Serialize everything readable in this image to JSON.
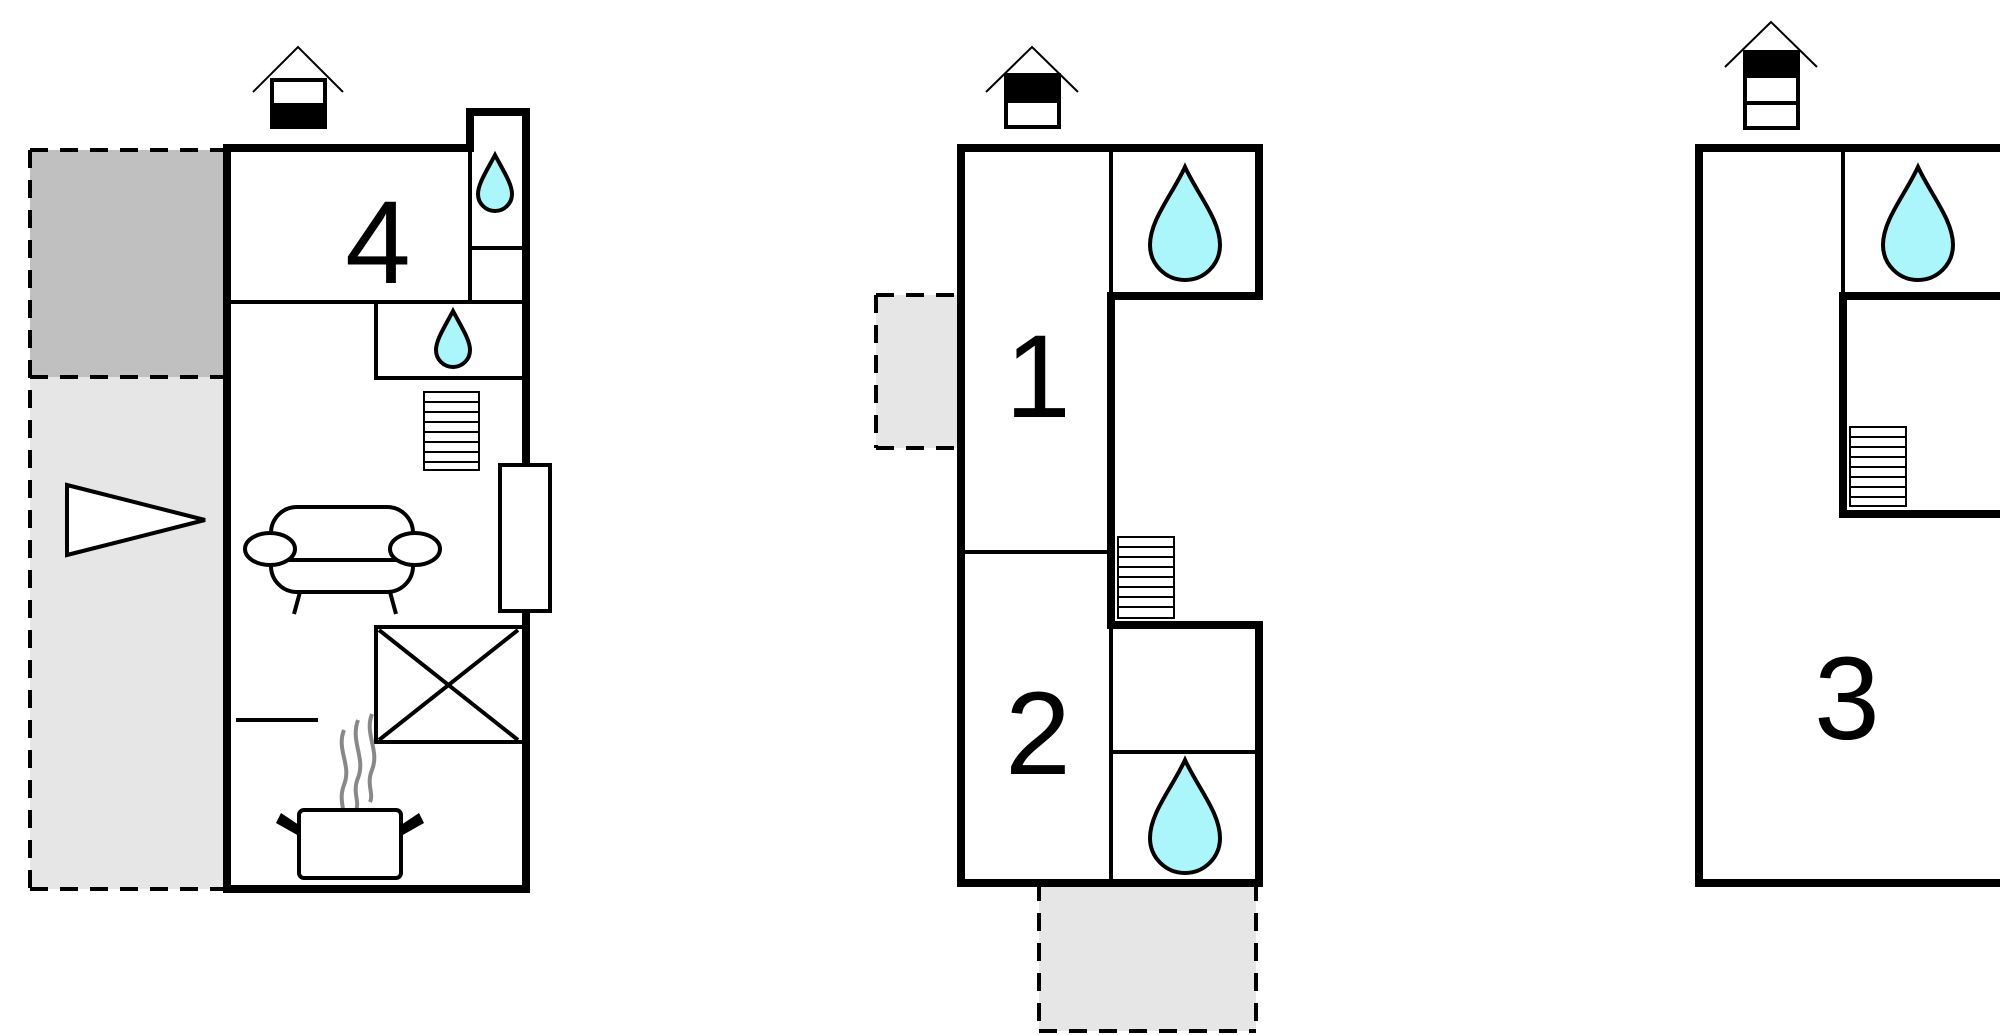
{
  "floors": [
    {
      "room_number": "4",
      "floor_indicator": "ground-floor",
      "has_terrace": true
    },
    {
      "rooms": [
        "1",
        "2"
      ],
      "floor_indicator": "first-floor",
      "has_balcony": true
    },
    {
      "room_number": "3",
      "floor_indicator": "second-floor"
    }
  ],
  "icons": [
    "house-floor-icon",
    "water-drop-icon",
    "stairs-icon",
    "sofa-icon",
    "cooking-pot-icon",
    "fireplace-icon",
    "window-icon",
    "direction-triangle-icon"
  ],
  "colors": {
    "wall": "#000000",
    "water": "#aaf6fb",
    "terrace_dark": "#c0c0c0",
    "terrace_light": "#e6e6e6",
    "steam": "#888888"
  }
}
